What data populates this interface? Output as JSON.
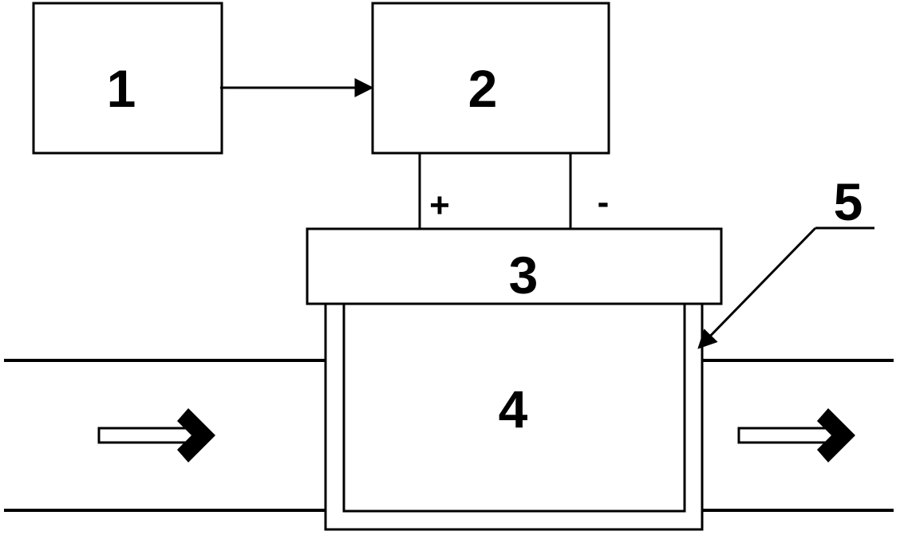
{
  "diagram": {
    "labels": {
      "block1": "1",
      "block2": "2",
      "block3": "3",
      "block4": "4",
      "callout5": "5",
      "terminal_plus": "+",
      "terminal_minus": "-"
    },
    "colors": {
      "stroke": "#000000",
      "background": "#ffffff"
    },
    "icons": {
      "flow_inlet": "right-arrow-icon",
      "flow_outlet": "right-arrow-icon"
    }
  }
}
